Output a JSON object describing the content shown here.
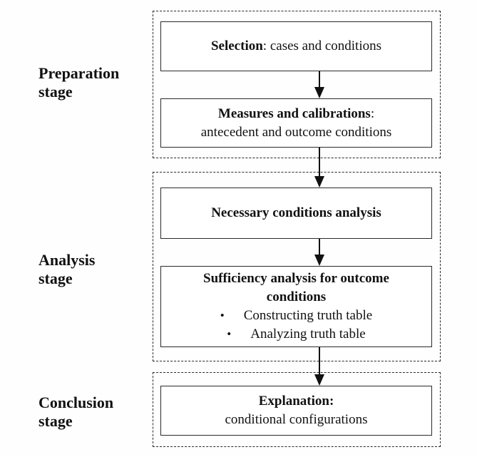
{
  "colors": {
    "ink": "#111111",
    "border": "#2a2a2a",
    "background": "#ffffff"
  },
  "stage_labels": [
    {
      "line1": "Preparation",
      "line2": "stage"
    },
    {
      "line1": "Analysis",
      "line2": "stage"
    },
    {
      "line1": "Conclusion",
      "line2": "stage"
    }
  ],
  "boxes": {
    "selection": {
      "bold": "Selection",
      "rest": ": cases and conditions"
    },
    "measures": {
      "bold": "Measures and calibrations",
      "rest": ":",
      "line2": "antecedent and outcome conditions"
    },
    "necessary": {
      "bold": "Necessary conditions analysis"
    },
    "sufficiency": {
      "bold_line1": "Sufficiency analysis for outcome",
      "bold_line2": "conditions",
      "bullet_glyph": "•",
      "bullets": [
        "Constructing truth table",
        "Analyzing truth table"
      ]
    },
    "explanation": {
      "bold": "Explanation:",
      "line2": "conditional configurations"
    }
  }
}
